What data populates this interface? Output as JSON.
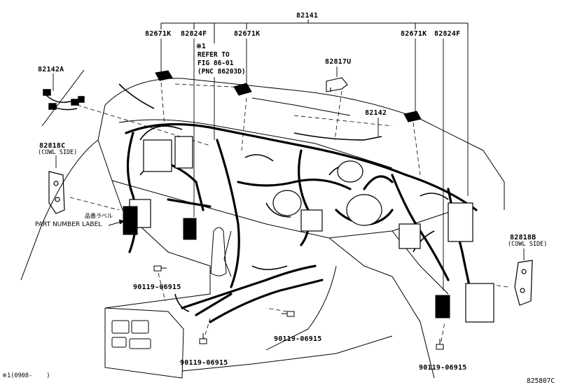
{
  "header_part": "82141",
  "callouts": {
    "c82671K_left": "82671K",
    "c82824F_left": "82824F",
    "c82671K_mid": "82671K",
    "c82671K_right": "82671K",
    "c82824F_right": "82824F",
    "c82142A": "82142A",
    "c82817U": "82817U",
    "c82142": "82142",
    "c82818C": "82818C",
    "c82818B": "82818B",
    "bolt_1": "90119-06915",
    "bolt_2": "90119-06915",
    "bolt_3": "90119-06915",
    "bolt_4": "90119-06915"
  },
  "sublabels": {
    "cowl_side_left": "(COWL SIDE)",
    "cowl_side_right": "(COWL SIDE)"
  },
  "refer_note": {
    "mark": "※1",
    "line1": "REFER TO",
    "line2": "FIG 86-01",
    "line3": "(PNC 86203D)"
  },
  "part_number_label": {
    "jp": "品番ラベル",
    "en": "PART NUMBER LABEL"
  },
  "footnote": "※1(0908-    )",
  "figure_code": "825807C"
}
